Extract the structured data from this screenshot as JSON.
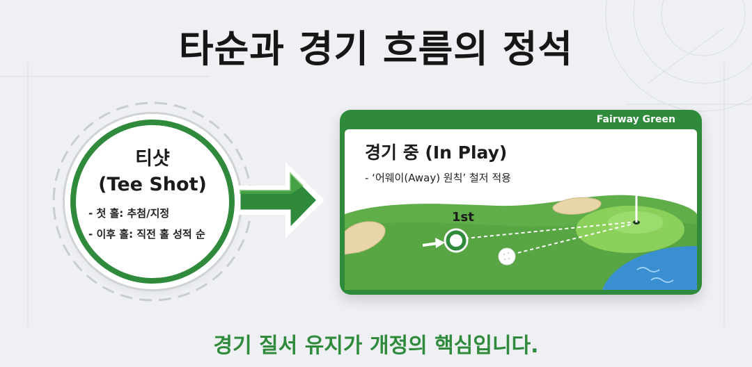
{
  "title": "타순과 경기 흐름의 정석",
  "tee_shot": {
    "title_ko": "티샷",
    "title_en": "(Tee Shot)",
    "items": [
      "- 첫 홀: 추첨/지정",
      "- 이후 홀: 직전 홀 성적 순"
    ]
  },
  "in_play": {
    "badge": "Fairway Green",
    "title": "경기 중 (In Play)",
    "rule": "- ‘어웨이(Away) 원칙’ 철저 적용",
    "first_label": "1st"
  },
  "footer": "경기 질서 유지가 개정의 핵심입니다.",
  "colors": {
    "accent_green": "#2f8a3c",
    "fairway_green": "#5fae49",
    "putting_green": "#8bd05a",
    "sand": "#e9d6a8",
    "water": "#3a8fd0",
    "background": "#eef0f3"
  },
  "icons": [
    "flag-icon",
    "golf-ball-icon",
    "arrow-icon"
  ]
}
